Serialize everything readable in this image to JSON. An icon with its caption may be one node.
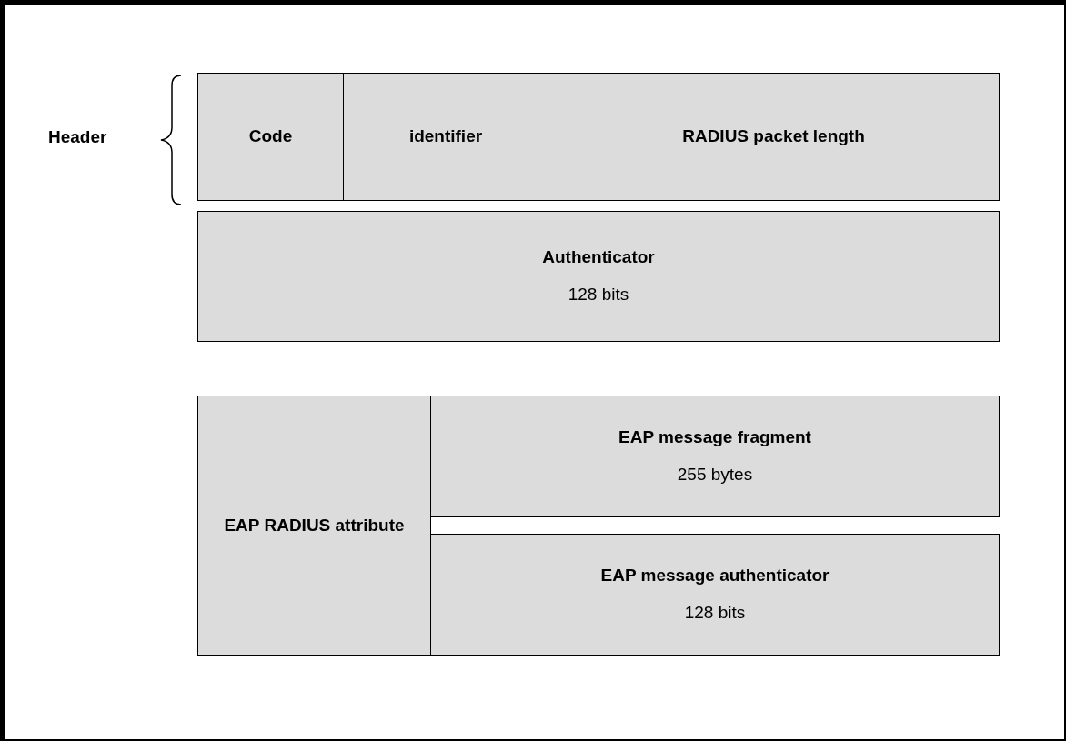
{
  "diagram": {
    "nodes": [
      {
        "text": [
          "Code"
        ]
      },
      {
        "text": [
          "identifier"
        ]
      },
      {
        "text": [
          "RADIUS packet length"
        ]
      },
      {
        "text": [
          "Authenticator",
          "128 bits"
        ]
      },
      {
        "text": [
          "EAP RADIUS attribute"
        ]
      },
      {
        "text": [
          "EAP message fragment",
          "255 bytes"
        ]
      },
      {
        "text": [
          "EAP message authenticator",
          "128 bits"
        ]
      }
    ],
    "labels": [
      "Header"
    ]
  }
}
